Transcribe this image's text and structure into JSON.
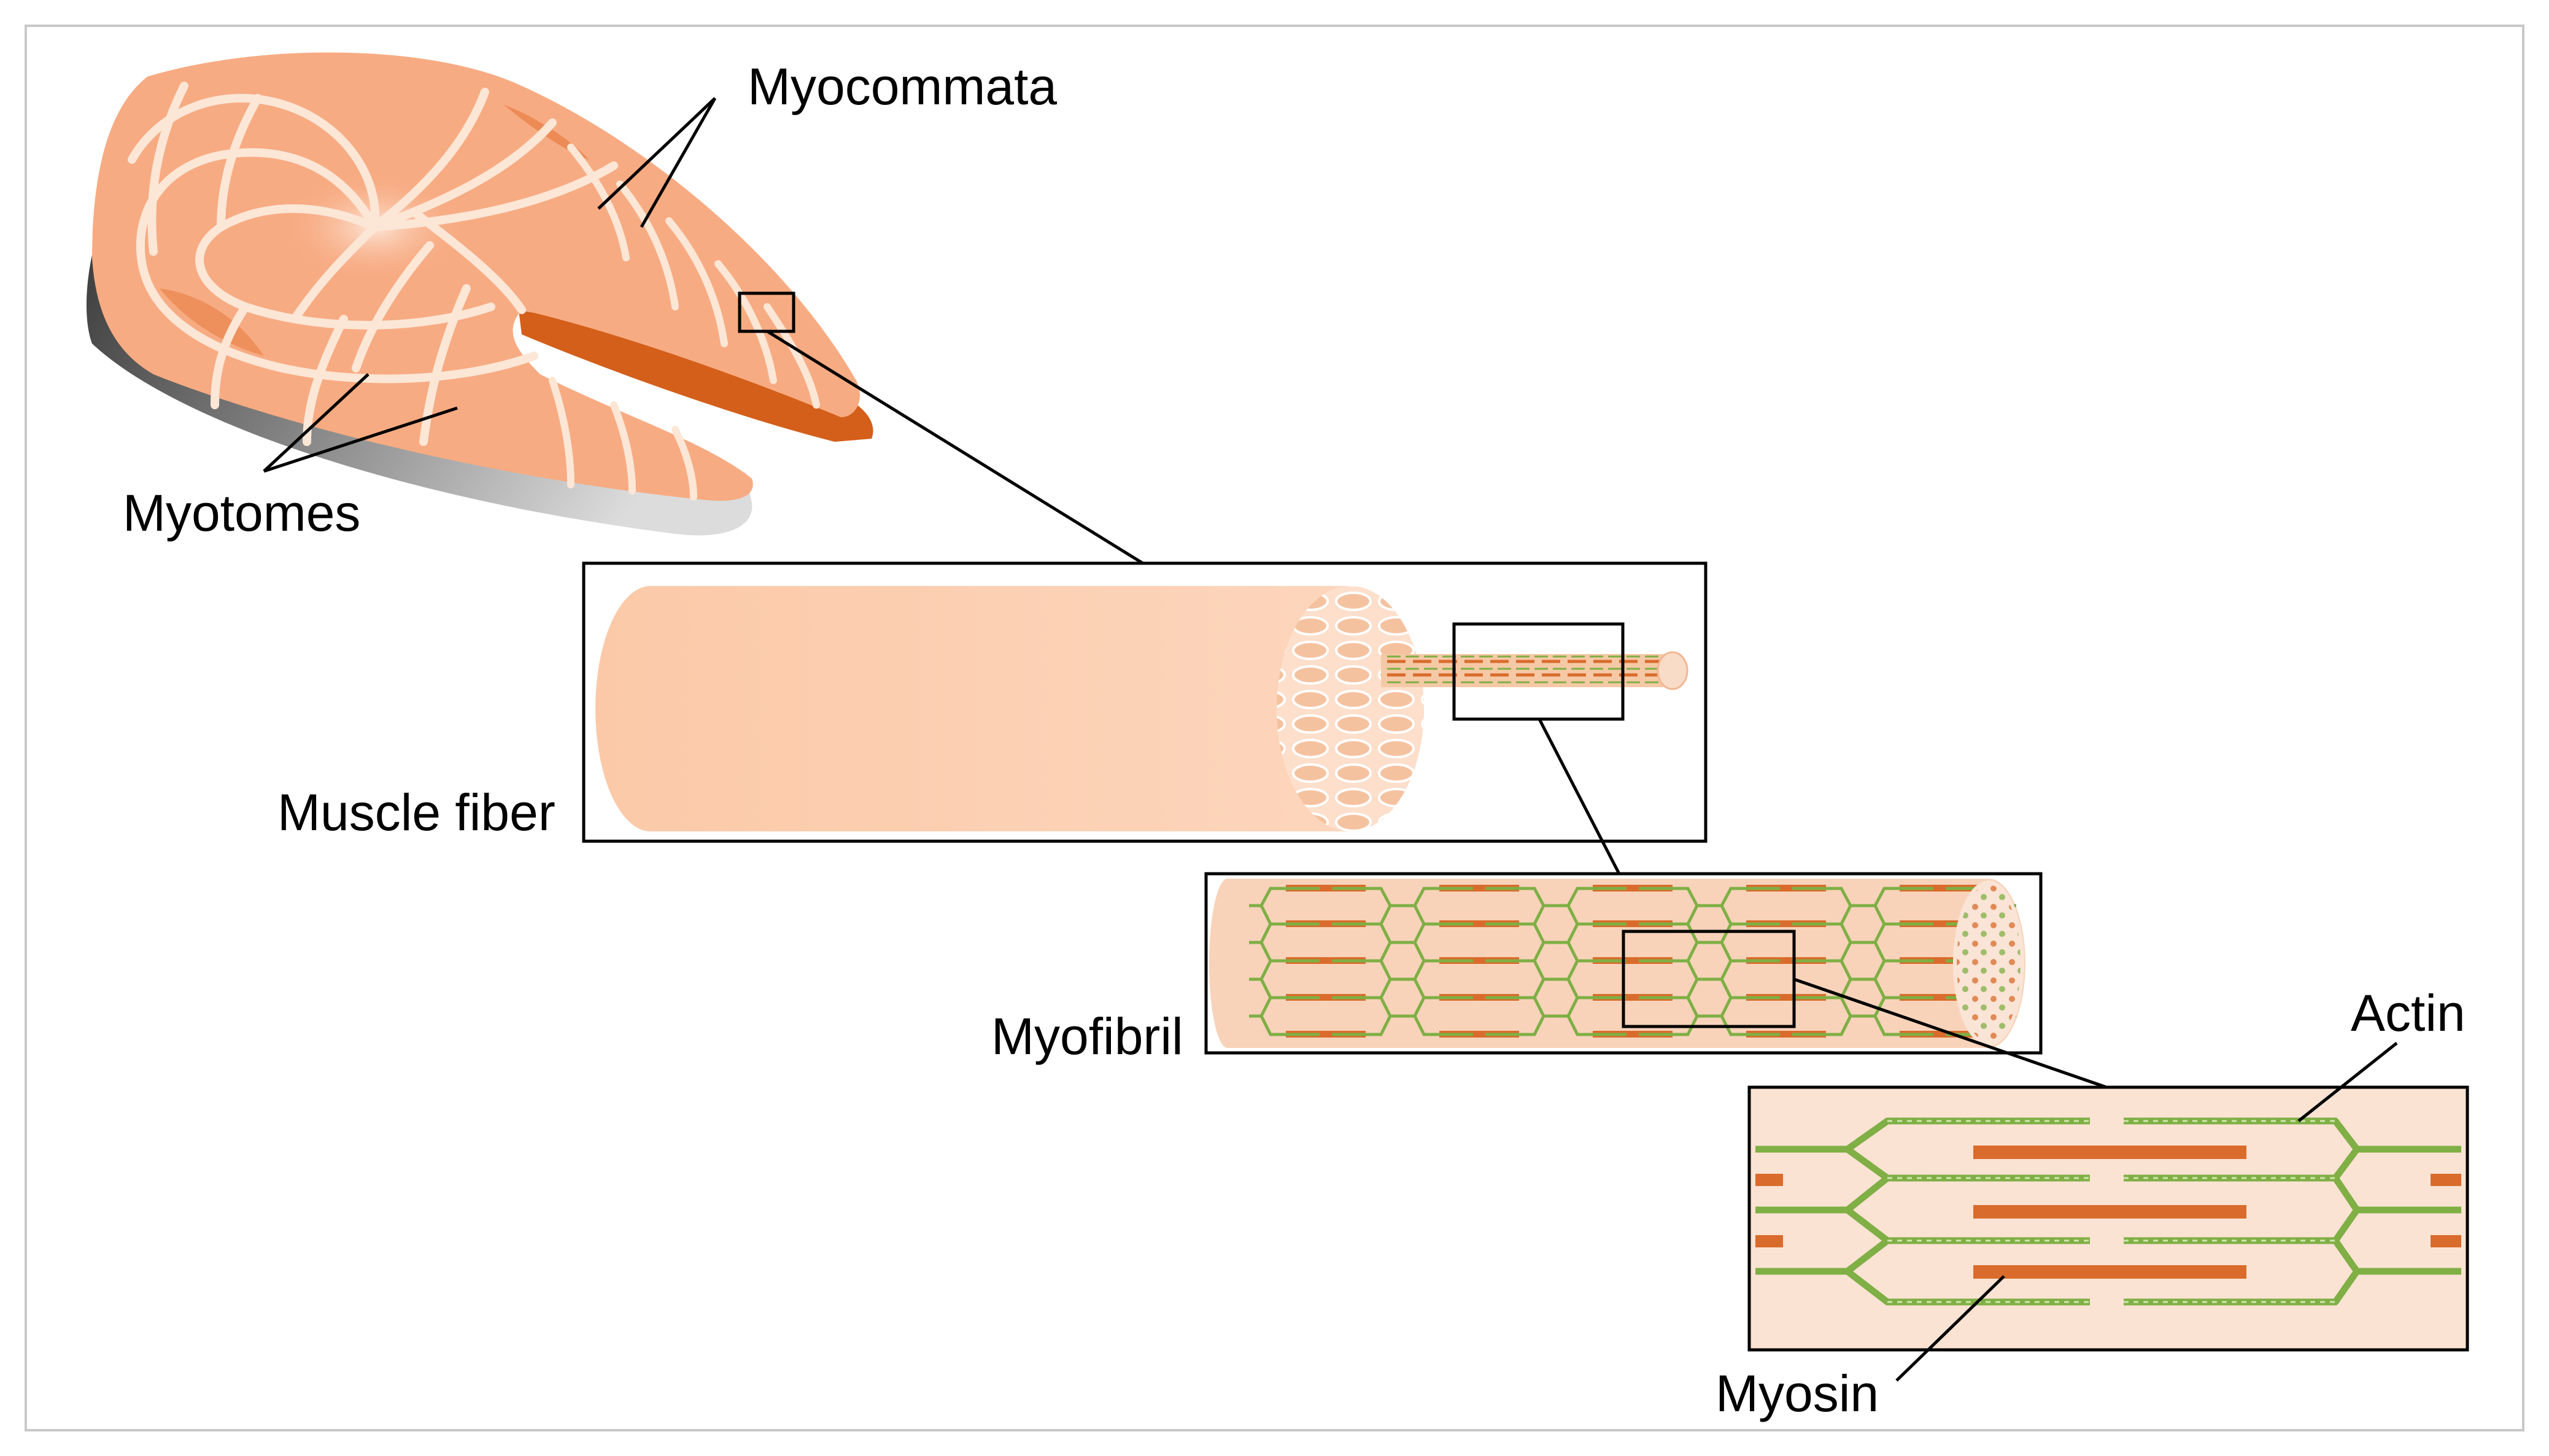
{
  "labels": {
    "myocommata": "Myocommata",
    "myotomes": "Myotomes",
    "muscle_fiber": "Muscle fiber",
    "myofibril": "Myofibril",
    "actin": "Actin",
    "myosin": "Myosin"
  },
  "colors": {
    "salmon_flesh": "#F7AB82",
    "salmon_skin_dark": "#D35F1A",
    "myocommata_lines": "#FCE6D6",
    "fiber": "#FCCEAF",
    "myofibril_bg": "#F8D8C3",
    "myosin": "#D96C2C",
    "actin": "#7FAF45",
    "frame": "#C8C8C8"
  }
}
